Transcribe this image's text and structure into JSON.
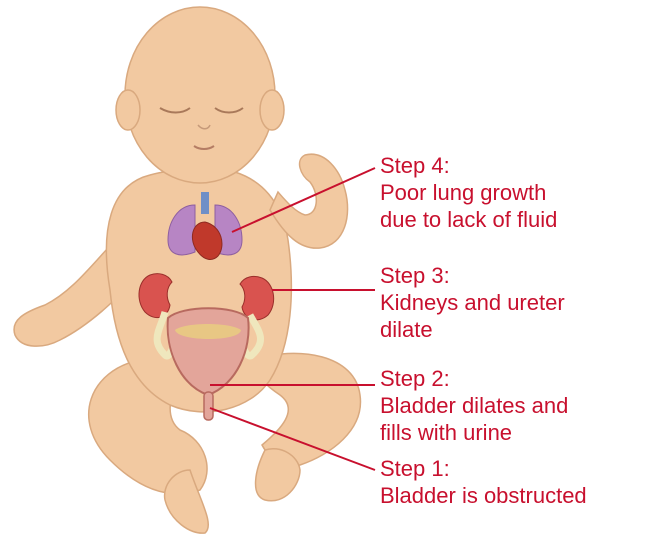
{
  "colors": {
    "label": "#c8102e",
    "leader": "#c8102e",
    "skin": "#f2c9a1",
    "skin_shadow": "#d9a97f",
    "lung": "#b785c4",
    "heart": "#c0392b",
    "kidney": "#d9534f",
    "bladder": "#e3a59a",
    "urine": "#e8c784"
  },
  "steps": [
    {
      "id": "step4",
      "title": "Step 4:",
      "lines": [
        "Poor lung growth",
        "due to lack of fluid"
      ]
    },
    {
      "id": "step3",
      "title": "Step 3:",
      "lines": [
        "Kidneys and ureter",
        "dilate"
      ]
    },
    {
      "id": "step2",
      "title": "Step 2:",
      "lines": [
        "Bladder dilates and",
        "fills with urine"
      ]
    },
    {
      "id": "step1",
      "title": "Step 1:",
      "lines": [
        "Bladder is obstructed"
      ]
    }
  ]
}
